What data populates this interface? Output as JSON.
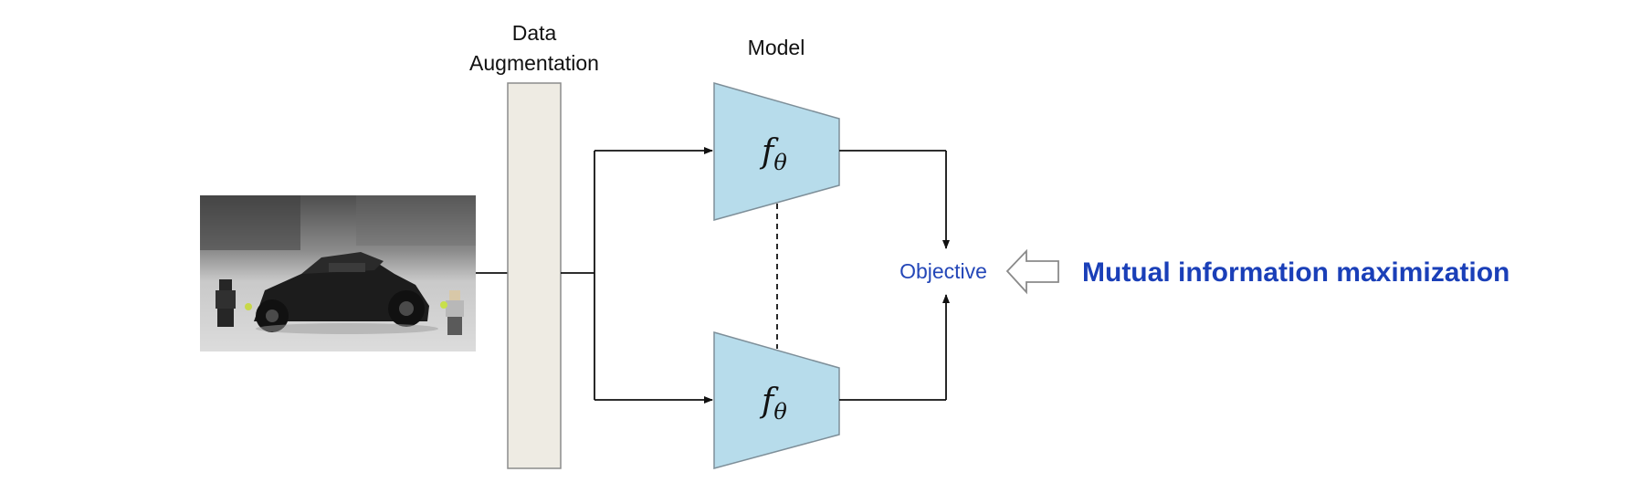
{
  "labels": {
    "augmentation_line1": "Data",
    "augmentation_line2": "Augmentation",
    "model": "Model",
    "encoder_function": "f",
    "encoder_subscript": "θ",
    "objective": "Objective",
    "mutual_information": "Mutual information maximization"
  },
  "image": {
    "subject": "toy car with minifigures"
  },
  "colors": {
    "encoder_fill": "#b7dceb",
    "augmentation_fill": "#eeebe3",
    "accent_blue": "#1a3fb8",
    "objective_blue": "#2447b8"
  }
}
